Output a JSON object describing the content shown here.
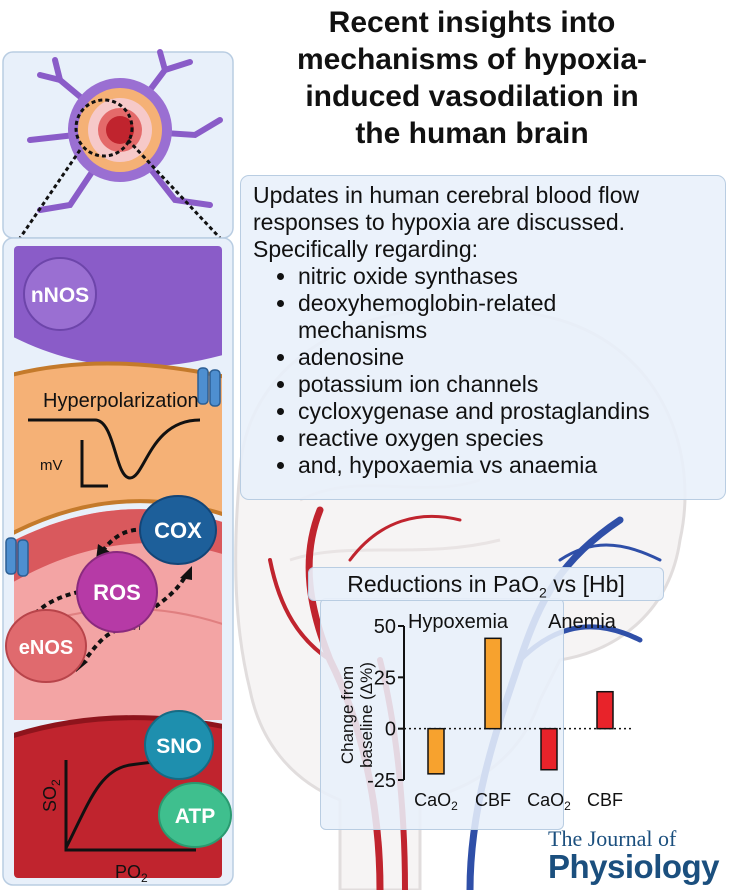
{
  "title": "Recent insights into mechanisms of hypoxia-induced vasodilation in the human brain",
  "title_lines": [
    "Recent insights into",
    "mechanisms of hypoxia-",
    "induced vasodilation in",
    "the human brain"
  ],
  "updates": {
    "intro_lines": [
      "Updates in human cerebral blood flow",
      "responses to hypoxia are discussed.",
      "Specifically regarding:"
    ],
    "bullets": [
      "nitric oxide synthases",
      "deoxyhemoglobin-related mechanisms",
      "adenosine",
      "potassium ion channels",
      "cycloxygenase and prostaglandins",
      "reactive oxygen species",
      "and, hypoxaemia vs anaemia"
    ]
  },
  "left_panel": {
    "nnos": "nNOS",
    "hyperpolarization": "Hyperpolarization",
    "mv": "mV",
    "cox": "COX",
    "ros": "ROS",
    "enos": "eNOS",
    "sno": "SNO",
    "atp": "ATP",
    "so2": "SO",
    "so2_sub": "2",
    "po2": "PO",
    "po2_sub": "2"
  },
  "chart_title": {
    "pre": "Reductions in PaO",
    "sub": "2",
    "post": " vs [Hb]"
  },
  "chart_data": {
    "type": "bar",
    "groups": [
      "Hypoxemia",
      "Anemia"
    ],
    "categories": [
      "CaO2",
      "CBF",
      "CaO2",
      "CBF"
    ],
    "category_labels": [
      {
        "main": "CaO",
        "sub": "2"
      },
      {
        "main": "CBF",
        "sub": ""
      },
      {
        "main": "CaO",
        "sub": "2"
      },
      {
        "main": "CBF",
        "sub": ""
      }
    ],
    "values": [
      -22,
      44,
      -20,
      18
    ],
    "colors": [
      "#f7a22e",
      "#f7a22e",
      "#e8232a",
      "#e8232a"
    ],
    "ylabel_lines": [
      "Change from",
      "baseline (Δ%)"
    ],
    "yticks": [
      "50",
      "25",
      "0",
      "-25"
    ],
    "ylim": [
      -25,
      50
    ]
  },
  "journal": {
    "line1": "The Journal of",
    "line2": "Physiology"
  },
  "colors": {
    "purple": "#8a5cc8",
    "vessel_red": "#c0242e",
    "orange_layer": "#f5b176",
    "teal": "#1e8fae",
    "green": "#3fbf8e",
    "cox_blue": "#1d5f9a",
    "ros_magenta": "#b63aa6"
  }
}
